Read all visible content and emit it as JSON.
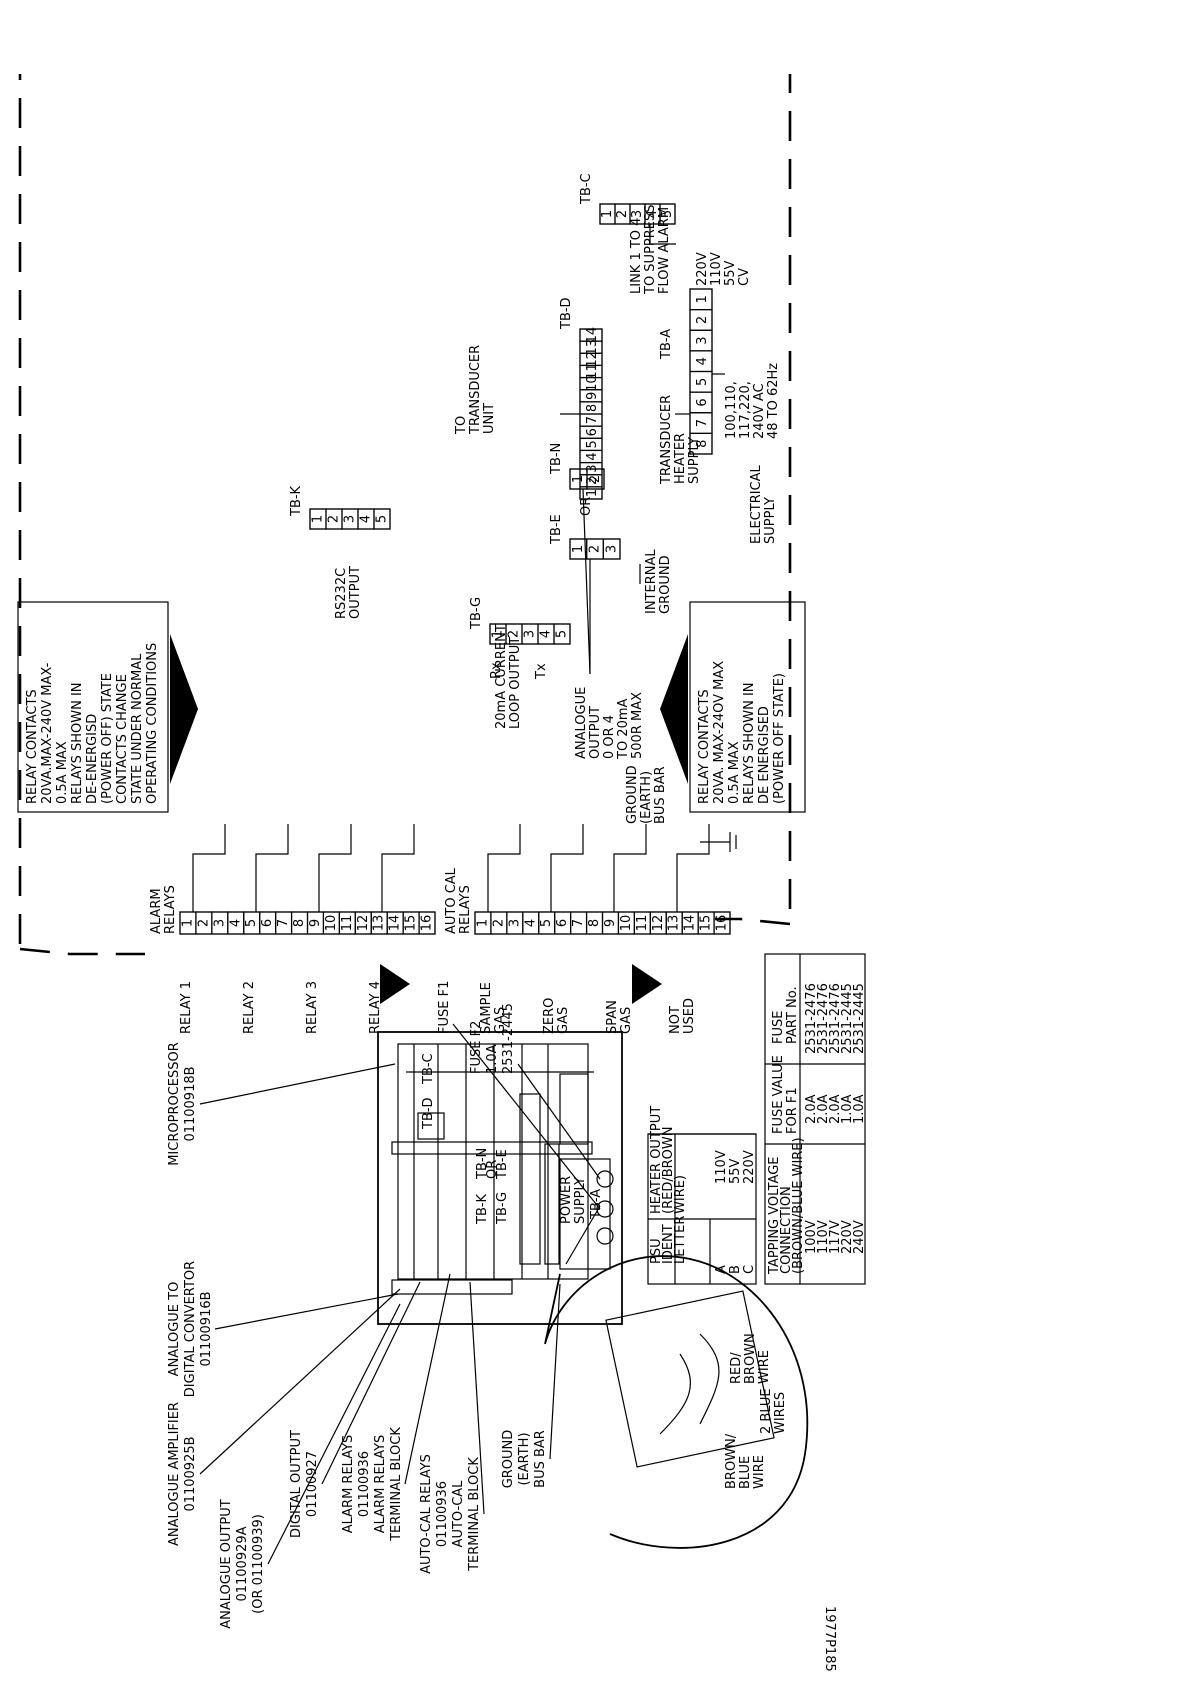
{
  "ref_code": "1977P185",
  "callouts": {
    "analogue_amplifier": [
      "ANALOGUE AMPLIFIER",
      "01100925B"
    ],
    "adc": [
      "ANALOGUE TO",
      "DIGITAL CONVERTOR",
      "01100916B"
    ],
    "microprocessor": [
      "MICROPROCESSOR",
      "01100918B"
    ],
    "analogue_output": [
      "ANALOGUE OUTPUT",
      "01100929A",
      "(OR 01100939)"
    ],
    "digital_output": [
      "DIGITAL OUTPUT",
      "01100927"
    ],
    "alarm_relays": [
      "ALARM RELAYS",
      "01100936",
      "ALARM RELAYS",
      "TERMINAL BLOCK"
    ],
    "auto_cal_relays": [
      "AUTO-CAL RELAYS",
      "01100936",
      "AUTO-CAL",
      "TERMINAL BLOCK"
    ],
    "ground_bus": [
      "GROUND",
      "(EARTH)",
      "BUS BAR"
    ],
    "fuse_f1": [
      "FUSE F1"
    ],
    "fuse_f2": [
      "FUSE F2",
      "1.0A",
      "2531-2445"
    ]
  },
  "board": {
    "power_supply": [
      "POWER",
      "SUPPLY"
    ],
    "tb_labels": [
      "TB-D",
      "TB-C",
      "TB-K",
      "TB-N",
      "OR",
      "TB-E",
      "TB-G",
      "TB-A"
    ]
  },
  "inset": {
    "red_brown": [
      "RED/",
      "BROWN",
      "WIRE"
    ],
    "brown_blue": [
      "BROWN/",
      "BLUE",
      "WIRE"
    ],
    "two_blue": [
      "2 BLUE",
      "WIRES"
    ]
  },
  "psu_table": {
    "headers": [
      [
        "PSU",
        "IDENT",
        "LETTER"
      ],
      [
        "HEATER OUTPUT",
        "(RED/BROWN",
        "WIRE)"
      ]
    ],
    "rows": [
      [
        "A",
        "110V"
      ],
      [
        "B",
        "55V"
      ],
      [
        "C",
        "220V"
      ]
    ]
  },
  "fuse_table": {
    "headers": [
      [
        "TAPPING VOLTAGE",
        "CONNECTION",
        "(BROWN/BLUE WIRE)"
      ],
      [
        "FUSE VALUE",
        "FOR F1"
      ],
      [
        "FUSE",
        "PART No."
      ]
    ],
    "rows": [
      [
        "100V",
        "2.0A",
        "2531-2476"
      ],
      [
        "110V",
        "2.0A",
        "2531-2476"
      ],
      [
        "117V",
        "2.0A",
        "2531-2476"
      ],
      [
        "220V",
        "1.0A",
        "2531-2445"
      ],
      [
        "240V",
        "1.0A",
        "2531-2445"
      ]
    ]
  },
  "alarm": {
    "title": [
      "ALARM",
      "RELAYS"
    ],
    "terminals": [
      "1",
      "2",
      "3",
      "4",
      "5",
      "6",
      "7",
      "8",
      "9",
      "10",
      "11",
      "12",
      "13",
      "14",
      "15",
      "16"
    ],
    "relays": [
      "RELAY 1",
      "RELAY 2",
      "RELAY 3",
      "RELAY 4"
    ]
  },
  "autocal": {
    "title": [
      "AUTO CAL",
      "RELAYS"
    ],
    "terminals": [
      "1",
      "2",
      "3",
      "4",
      "5",
      "6",
      "7",
      "8",
      "9",
      "10",
      "11",
      "12",
      "13",
      "14",
      "15",
      "16"
    ],
    "groups": [
      [
        "SAMPLE",
        "GAS"
      ],
      [
        "ZERO",
        "GAS"
      ],
      [
        "SPAN",
        "GAS"
      ],
      [
        "NOT",
        "USED"
      ]
    ]
  },
  "note_top": [
    "RELAY CONTACTS",
    "20VA.MAX-240V MAX-",
    "0.5A MAX",
    "RELAYS SHOWN IN",
    "DE-ENERGISD",
    "(POWER OFF) STATE",
    "CONTACTS CHANGE",
    "STATE UNDER NORMAL",
    "OPERATING CONDITIONS"
  ],
  "note_bottom": [
    "RELAY CONTACTS",
    "20VA. MAX-24OV MAX",
    "0.5A MAX",
    "RELAYS SHOWN IN",
    "DE ENERGISED",
    "(POWER OFF STATE)"
  ],
  "ground_earth": [
    "GROUND",
    "(EARTH)",
    "BUS BAR"
  ],
  "tbk": {
    "label": "TB-K",
    "pins": [
      "1",
      "2",
      "3",
      "4",
      "5"
    ],
    "caption": [
      "RS232C",
      "OUTPUT"
    ]
  },
  "tbg": {
    "label": "TB-G",
    "pins": [
      "1",
      "2",
      "3",
      "4",
      "5"
    ],
    "rx": "Rx",
    "tx": "Tx",
    "caption": [
      "20mA CURRENT",
      "LOOP OUTPUT"
    ]
  },
  "tbn": {
    "label": "TB-N",
    "pins": [
      "1",
      "2"
    ]
  },
  "or_text": "OR",
  "tbe": {
    "label": "TB-E",
    "pins": [
      "1",
      "2",
      "3"
    ]
  },
  "analogue_caption": [
    "ANALOGUE",
    "OUTPUT",
    "0 OR 4",
    "TO 20mA",
    "500R MAX"
  ],
  "internal_ground": [
    "INTERNAL",
    "GROUND"
  ],
  "tbd": {
    "label": "TB-D",
    "pins": [
      "1",
      "2",
      "3",
      "4",
      "5",
      "6",
      "7",
      "8",
      "9",
      "10",
      "11",
      "12",
      "13",
      "14"
    ],
    "caption": [
      "TO",
      "TRANSDUCER",
      "UNIT"
    ]
  },
  "tbc": {
    "label": "TB-C",
    "pins": [
      "1",
      "2",
      "3",
      "4",
      "5"
    ],
    "caption": [
      "LINK 1 TO 4",
      "TO SUPPRESS",
      "FLOW ALARM"
    ]
  },
  "tba": {
    "label": "TB-A",
    "pins": [
      "8",
      "7",
      "6",
      "5",
      "4",
      "3",
      "2",
      "1"
    ],
    "voltages": [
      "220V",
      "110V",
      "55V",
      "CV"
    ]
  },
  "heater_supply": [
    "TRANSDUCER",
    "HEATER",
    "SUPPLY"
  ],
  "mains": [
    "100,110,",
    "117,220,",
    "240V AC",
    "48 TO 62Hz"
  ],
  "electrical_supply": [
    "ELECTRICAL",
    "SUPPLY"
  ]
}
